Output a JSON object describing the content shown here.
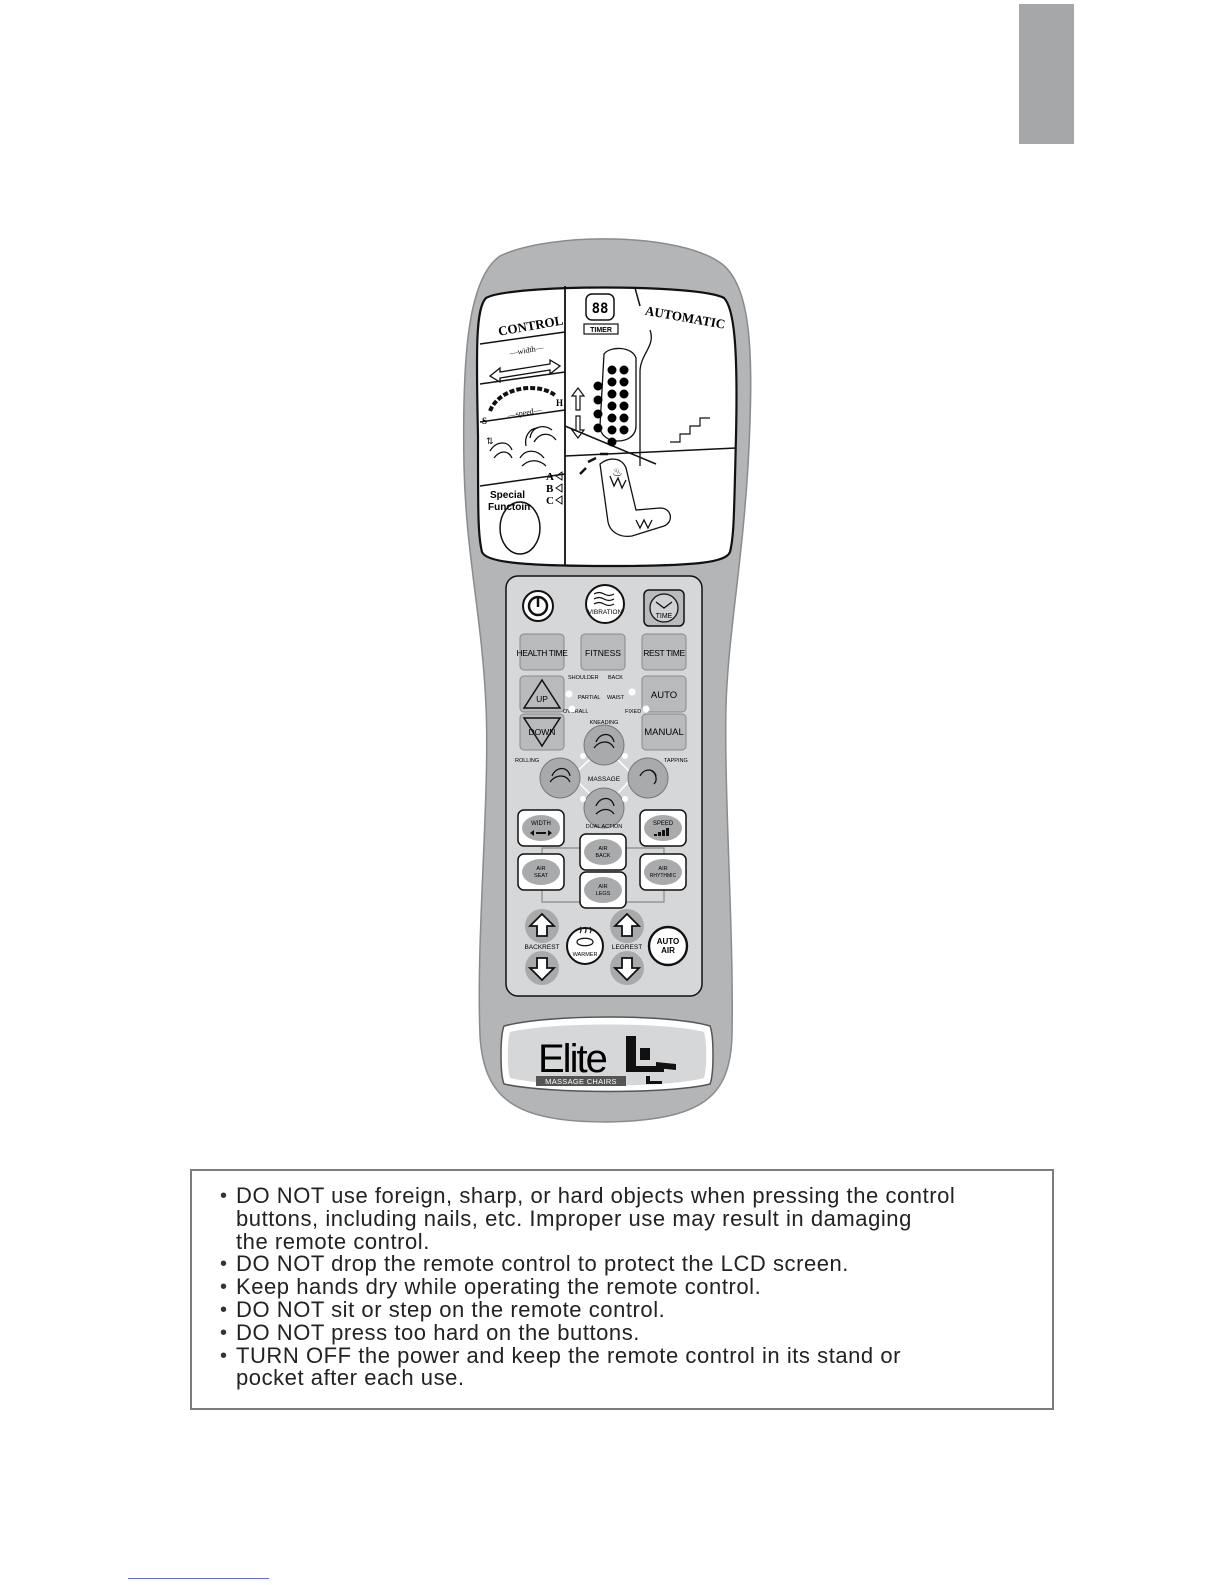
{
  "lcd": {
    "control_title": "CONTROL",
    "automatic_title": "AUTOMATIC",
    "timer_label": "TIMER",
    "timer_digits": "88",
    "width_label": "—width—",
    "speed_label": "—speed—",
    "speed_low": "S",
    "speed_high": "H",
    "position_a": "A",
    "position_b": "B",
    "position_c": "C",
    "special_label_1": "Special",
    "special_label_2": "Functoin"
  },
  "buttons": {
    "vibration": "VIBRATION",
    "time": "TIME",
    "health_time": "HEALTH TIME",
    "fitness": "FITNESS",
    "rest_time": "REST TIME",
    "up": "UP",
    "down": "DOWN",
    "auto": "AUTO",
    "manual": "MANUAL",
    "width": "WIDTH",
    "speed": "SPEED",
    "air_back_1": "AIR",
    "air_back_2": "BACK",
    "air_seat_1": "AIR",
    "air_seat_2": "SEAT",
    "air_legs_1": "AIR",
    "air_legs_2": "LEGS",
    "air_rhythm_1": "AIR",
    "air_rhythm_2": "RHYTHMIC",
    "backrest": "BACKREST",
    "legrest": "LEGREST",
    "warmer": "WARMER",
    "auto_air_1": "AUTO",
    "auto_air_2": "AIR"
  },
  "labels": {
    "shoulder": "SHOULDER",
    "back": "BACK",
    "partial": "PARTIAL",
    "waist": "WAIST",
    "overall": "OVERALL",
    "fixed": "FIXED",
    "kneading": "KNEADING",
    "rolling": "ROLLING",
    "tapping": "TAPPING",
    "massage": "MASSAGE",
    "dual_action": "DUAL ACTION"
  },
  "logo": {
    "brand": "Elite",
    "sub": "MASSAGE CHAIRS"
  },
  "notices": [
    "DO NOT use foreign, sharp, or hard objects when pressing the control\nbuttons, including nails, etc.  Improper use may result in damaging\nthe remote control.",
    "DO NOT drop the remote control to protect the LCD screen.",
    "Keep hands dry while operating the remote control.",
    "DO NOT sit or step on the remote control.",
    "DO NOT press too hard on  the buttons.",
    "TURN OFF the power and keep the remote control in its stand or\npocket after each use."
  ],
  "colors": {
    "body": "#b4b5b7",
    "panel": "#d6d7d9",
    "button": "#b9babc",
    "tab": "#a6a7a9"
  }
}
